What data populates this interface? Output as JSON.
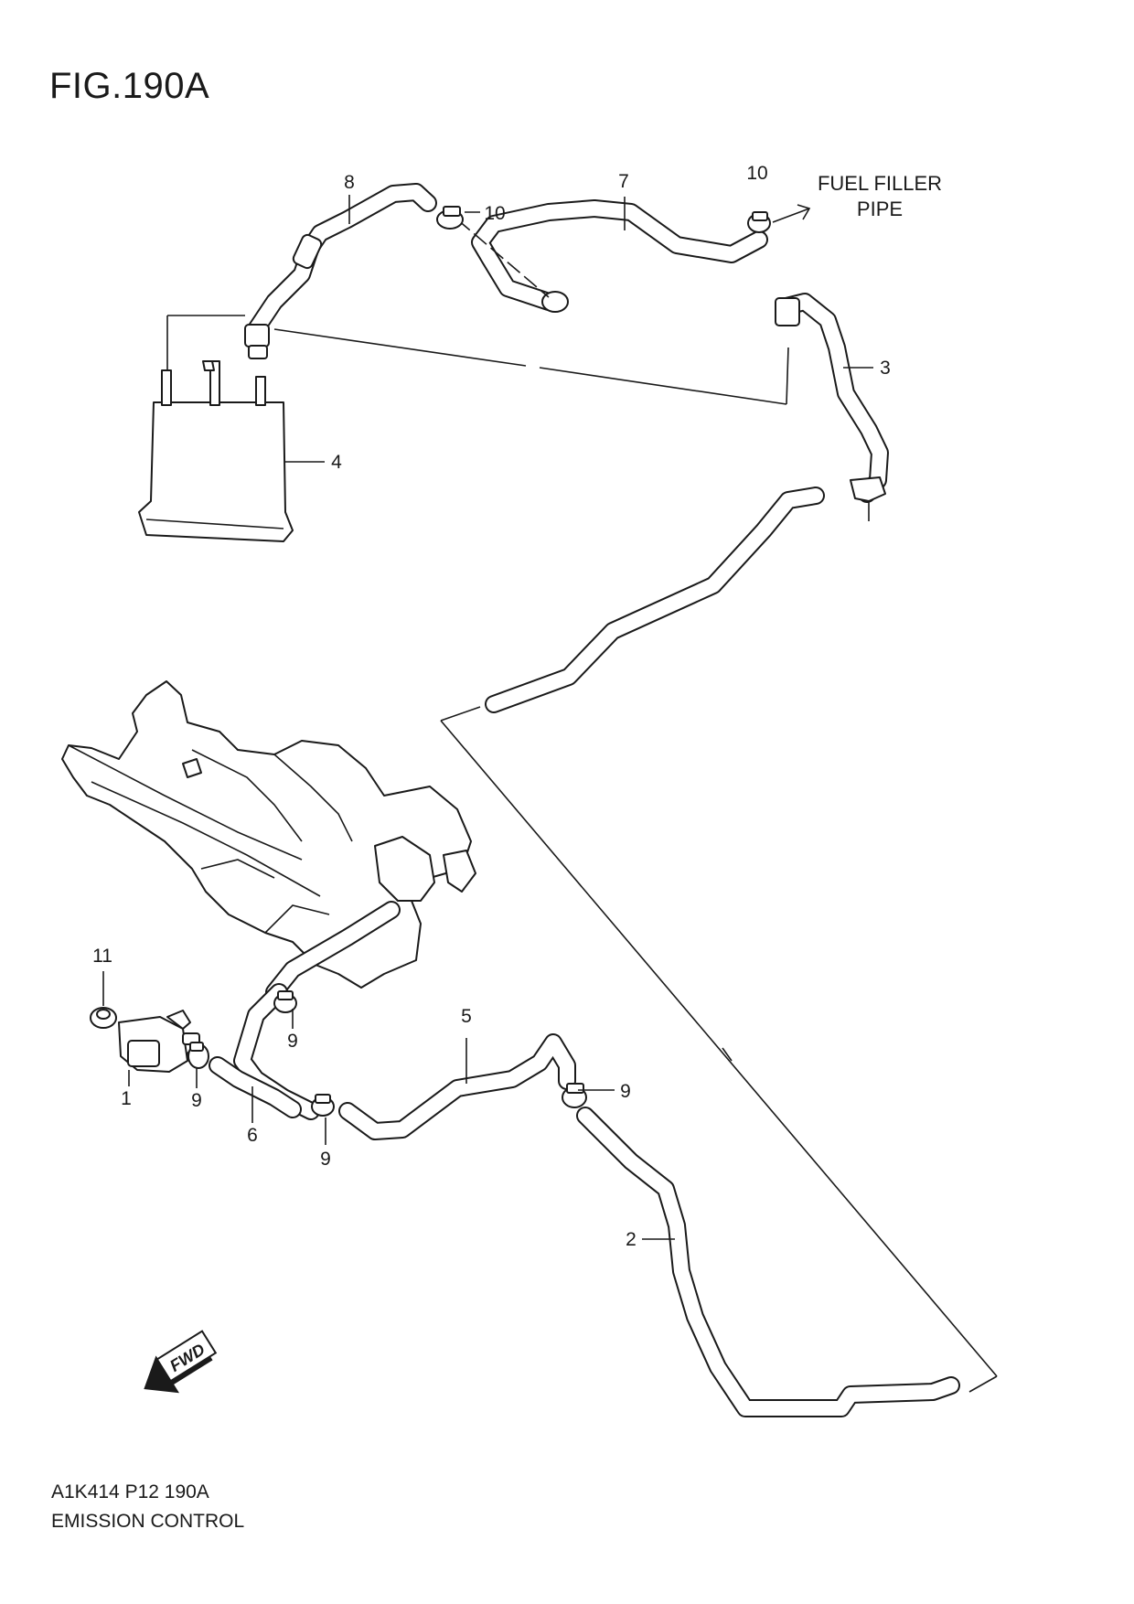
{
  "figure": {
    "title": "FIG.190A",
    "code": "A1K414 P12 190A",
    "name": "EMISSION CONTROL"
  },
  "destination_note": {
    "line1": "FUEL FILLER",
    "line2": "PIPE"
  },
  "direction_badge": "FWD",
  "callouts": {
    "c1": "1",
    "c2": "2",
    "c3": "3",
    "c4": "4",
    "c5": "5",
    "c6": "6",
    "c7": "7",
    "c8": "8",
    "c9a": "9",
    "c9b": "9",
    "c9c": "9",
    "c9d": "9",
    "c10a": "10",
    "c10b": "10",
    "c11": "11"
  }
}
